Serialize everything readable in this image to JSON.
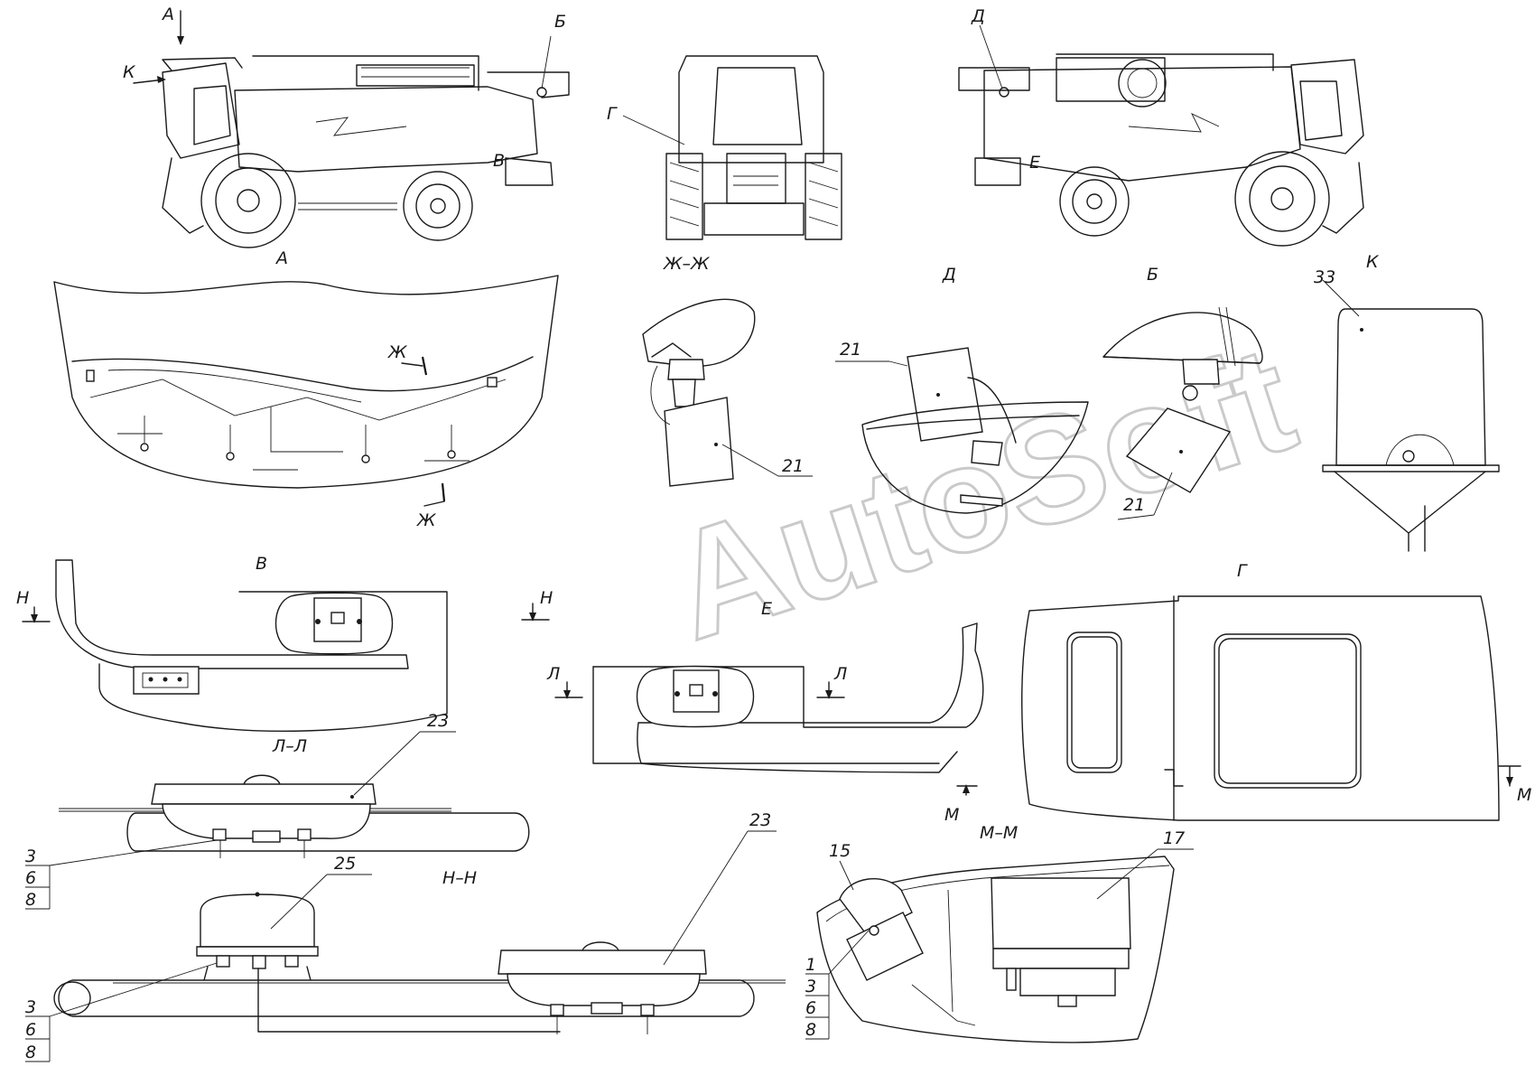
{
  "watermark": "AutoSoft",
  "views": {
    "side_left": {
      "arrow_a": "А",
      "arrow_k": "К",
      "callout_b": "Б",
      "callout_v": "В"
    },
    "rear": {
      "callout_g": "Г"
    },
    "side_right": {
      "callout_d": "Д",
      "callout_e": "Е"
    },
    "view_a": {
      "title": "А",
      "cut_top": "Ж",
      "cut_bottom": "Ж"
    },
    "section_zh": {
      "title": "Ж–Ж",
      "part": "21"
    },
    "view_d": {
      "title": "Д",
      "part": "21"
    },
    "view_b": {
      "title": "Б",
      "part": "21"
    },
    "view_k": {
      "title": "К",
      "part": "33"
    },
    "view_v": {
      "title": "В",
      "cut_left": "Н",
      "cut_right": "Н"
    },
    "view_e": {
      "title": "Е",
      "cut_left": "Л",
      "cut_right": "Л"
    },
    "view_g": {
      "title": "Г",
      "cut_left": "М",
      "cut_right": "М"
    },
    "section_ll": {
      "title": "Л–Л",
      "part": "23",
      "stack": [
        "3",
        "6",
        "8"
      ]
    },
    "section_nn": {
      "title": "Н–Н",
      "part_left": "25",
      "part_right": "23",
      "stack": [
        "3",
        "6",
        "8"
      ]
    },
    "section_mm": {
      "title": "М–М",
      "part_left": "15",
      "part_right": "17",
      "stack": [
        "1",
        "3",
        "6",
        "8"
      ]
    }
  },
  "icons": [
    "view-arrow-icon",
    "section-cut-icon",
    "bolt-icon",
    "lamp-icon",
    "wire-icon"
  ]
}
